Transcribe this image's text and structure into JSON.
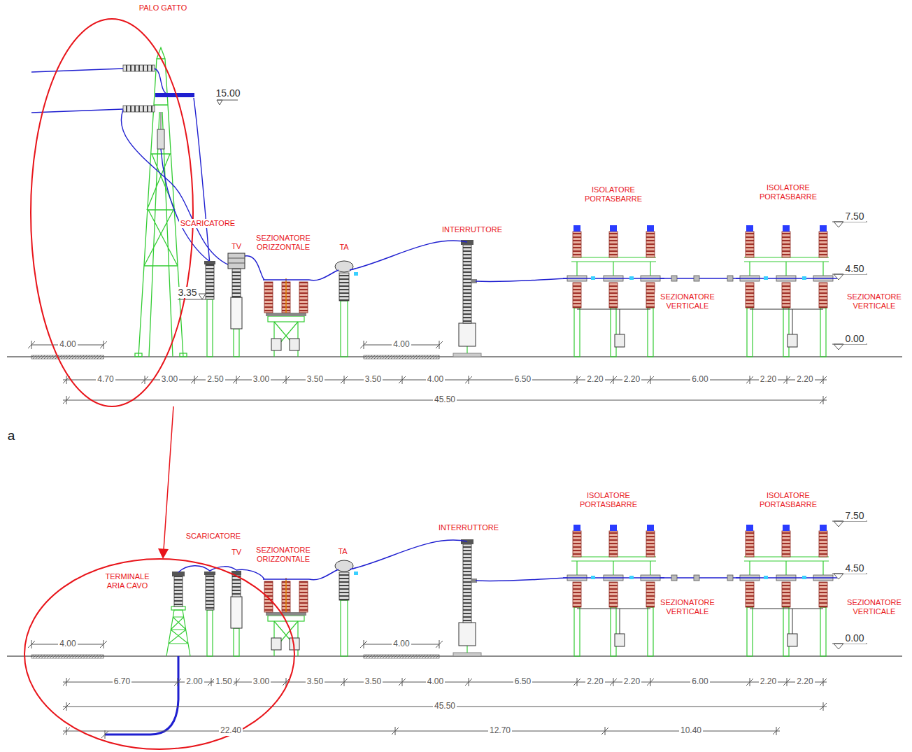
{
  "diagram": {
    "labels": [
      "PALO GATTO",
      "15.00",
      "SCARICATORE",
      "3.35",
      "TV",
      "SEZIONATORE ORIZZONTALE",
      "TA",
      "INTERRUTTORE",
      "ISOLATORE PORTASBARRE",
      "ISOLATORE PORTASBARRE",
      "7.50",
      "4.50",
      "SEZIONATORE VERTICALE",
      "SEZIONATORE VERTICALE",
      "0.00",
      "4.00",
      "4.00",
      "4.70",
      "3.00",
      "2.50",
      "3.00",
      "3.50",
      "3.50",
      "4.00",
      "6.50",
      "2.20",
      "2.20",
      "6.00",
      "2.20",
      "2.20",
      "45.50",
      "a",
      "SCARICATORE",
      "TERMINALE ARIA CAVO",
      "TV",
      "SEZIONATORE ORIZZONTALE",
      "TA",
      "INTERRUTTORE",
      "ISOLATORE PORTASBARRE",
      "ISOLATORE PORTASBARRE",
      "7.50",
      "4.50",
      "SEZIONATORE VERTICALE",
      "SEZIONATORE VERTICALE",
      "0.00",
      "4.00",
      "4.00",
      "6.70",
      "2.00",
      "1.50",
      "3.00",
      "3.50",
      "3.50",
      "4.00",
      "6.50",
      "2.20",
      "2.20",
      "6.00",
      "2.20",
      "2.20",
      "45.50",
      "22.40",
      "12.70",
      "10.40"
    ]
  }
}
